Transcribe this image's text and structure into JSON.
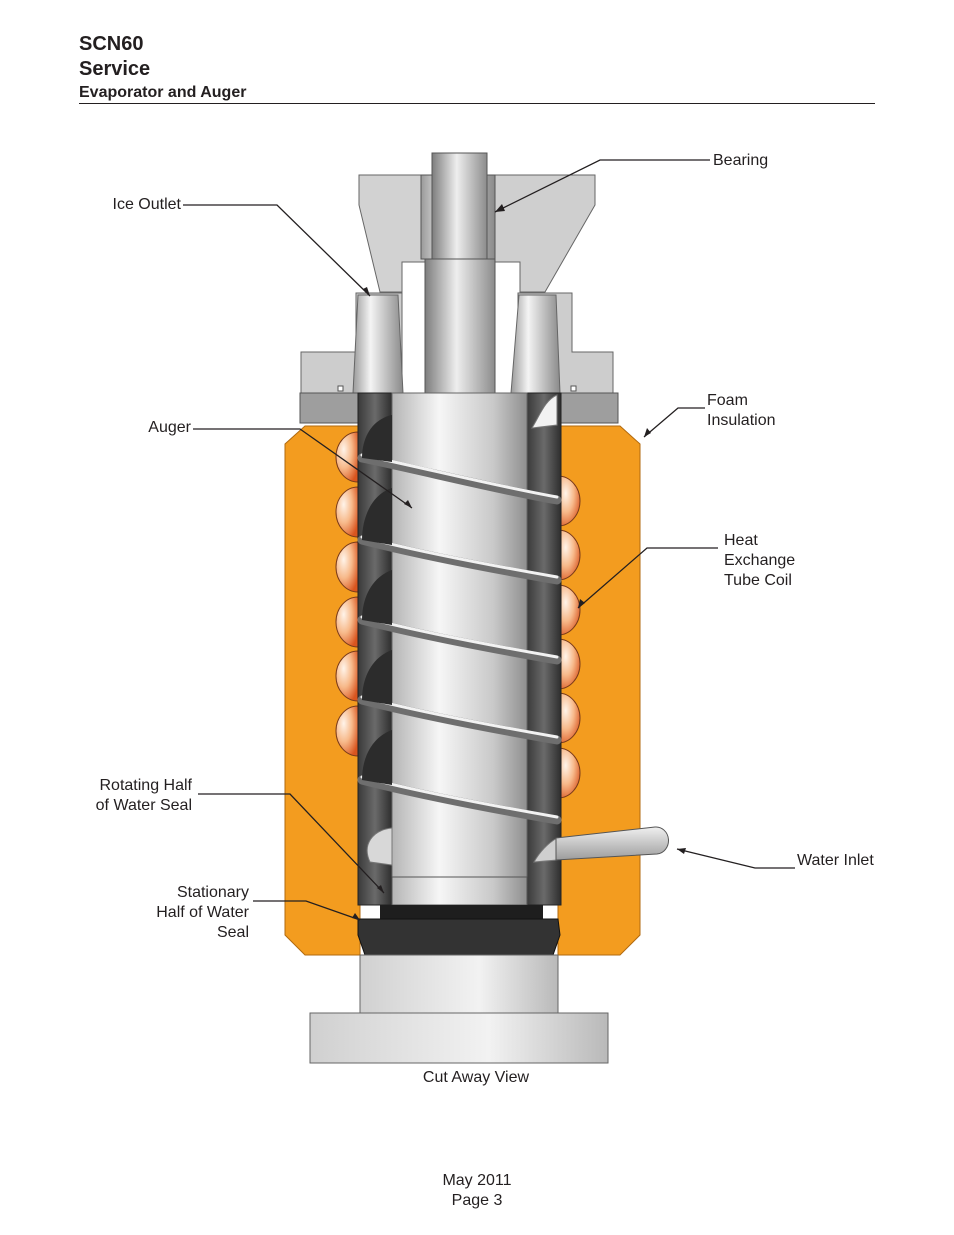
{
  "header": {
    "model": "SCN60",
    "section": "Service",
    "subsection": "Evaporator and Auger"
  },
  "figure": {
    "caption": "Cut Away View",
    "labels": {
      "bearing": "Bearing",
      "ice_outlet": "Ice Outlet",
      "foam_1": "Foam",
      "foam_2": "Insulation",
      "auger": "Auger",
      "heat_1": "Heat",
      "heat_2": "Exchange",
      "heat_3": "Tube Coil",
      "rot_1": "Rotating Half",
      "rot_2": "of Water Seal",
      "water_inlet": "Water Inlet",
      "stat_1": "Stationary",
      "stat_2": "Half of Water",
      "stat_3": "Seal"
    }
  },
  "footer": {
    "date": "May 2011",
    "page": "Page 3"
  },
  "colors": {
    "insulation": "#f39c1f",
    "coil": "#e8743a",
    "metal_light": "#e6e6e6",
    "metal_dark": "#555555",
    "seal": "#333333"
  }
}
